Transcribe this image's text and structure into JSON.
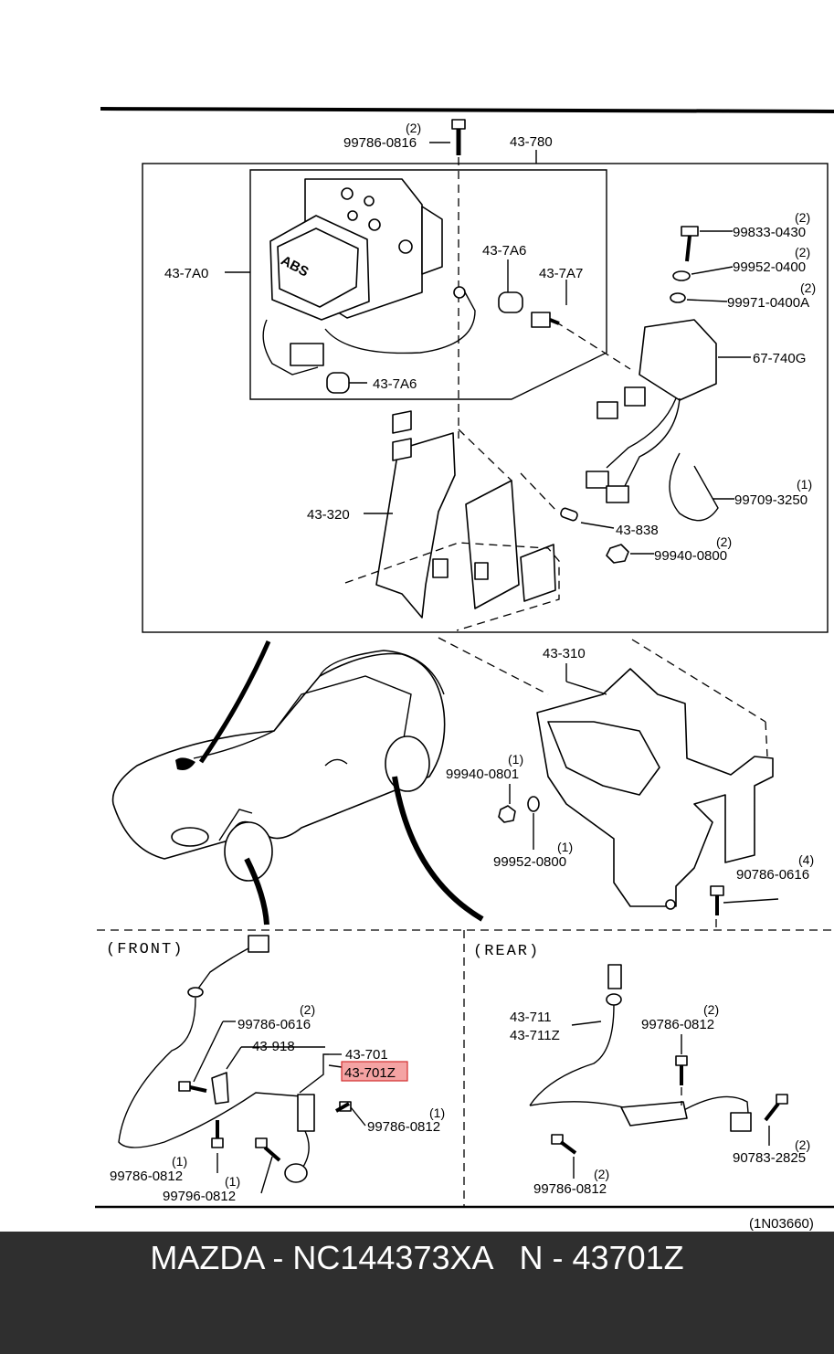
{
  "diagram": {
    "qty": {
      "q2": "(2)",
      "q1": "(1)",
      "q4": "(4)"
    },
    "labels": {
      "p99786_0816": "99786-0816",
      "p43_780": "43-780",
      "p43_7A0": "43-7A0",
      "p43_7A6": "43-7A6",
      "p43_7A7": "43-7A7",
      "p99833_0430": "99833-0430",
      "p99952_0400": "99952-0400",
      "p99971_0400A": "99971-0400A",
      "p67_740G": "67-740G",
      "p43_320": "43-320",
      "p99709_3250": "99709-3250",
      "p43_838": "43-838",
      "p99940_0800": "99940-0800",
      "p43_310": "43-310",
      "p99940_0801": "99940-0801",
      "p99952_0800": "99952-0800",
      "p90786_0616": "90786-0616",
      "p99786_0616": "99786-0616",
      "p43_918": "43-918",
      "p43_701": "43-701",
      "p43_701Z": "43-701Z",
      "p99786_0812": "99786-0812",
      "p99796_0812": "99796-0812",
      "p43_711": "43-711",
      "p43_711Z": "43-711Z",
      "p90783_2825": "90783-2825"
    },
    "abs_logo": "ABS",
    "sections": {
      "front": "(FRONT)",
      "rear": "(REAR)"
    },
    "ref_code": "(1N03660)",
    "highlight_color": "#f4a3a3"
  },
  "footer": {
    "title": "MAZDA - NC144373XA   N - 43701Z",
    "bg_color": "#2f2f2f"
  }
}
